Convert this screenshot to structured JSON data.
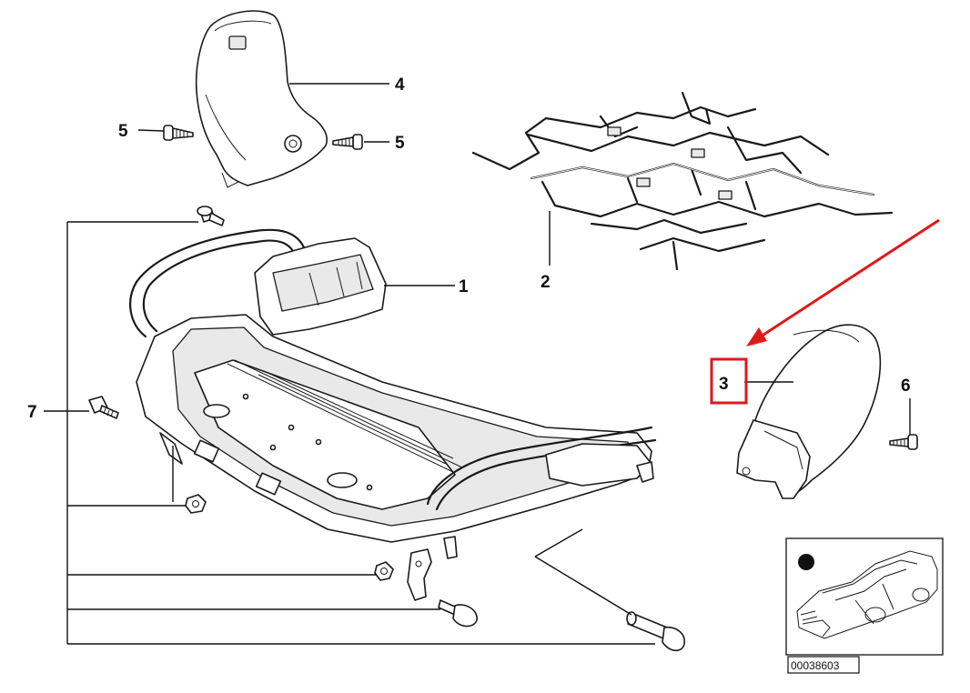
{
  "callouts": {
    "c1": "1",
    "c2": "2",
    "c3": "3",
    "c4": "4",
    "c5a": "5",
    "c5b": "5",
    "c6": "6",
    "c7": "7"
  },
  "thumbnail": {
    "code": "00038603"
  },
  "highlight": {
    "color": "#e01818"
  }
}
